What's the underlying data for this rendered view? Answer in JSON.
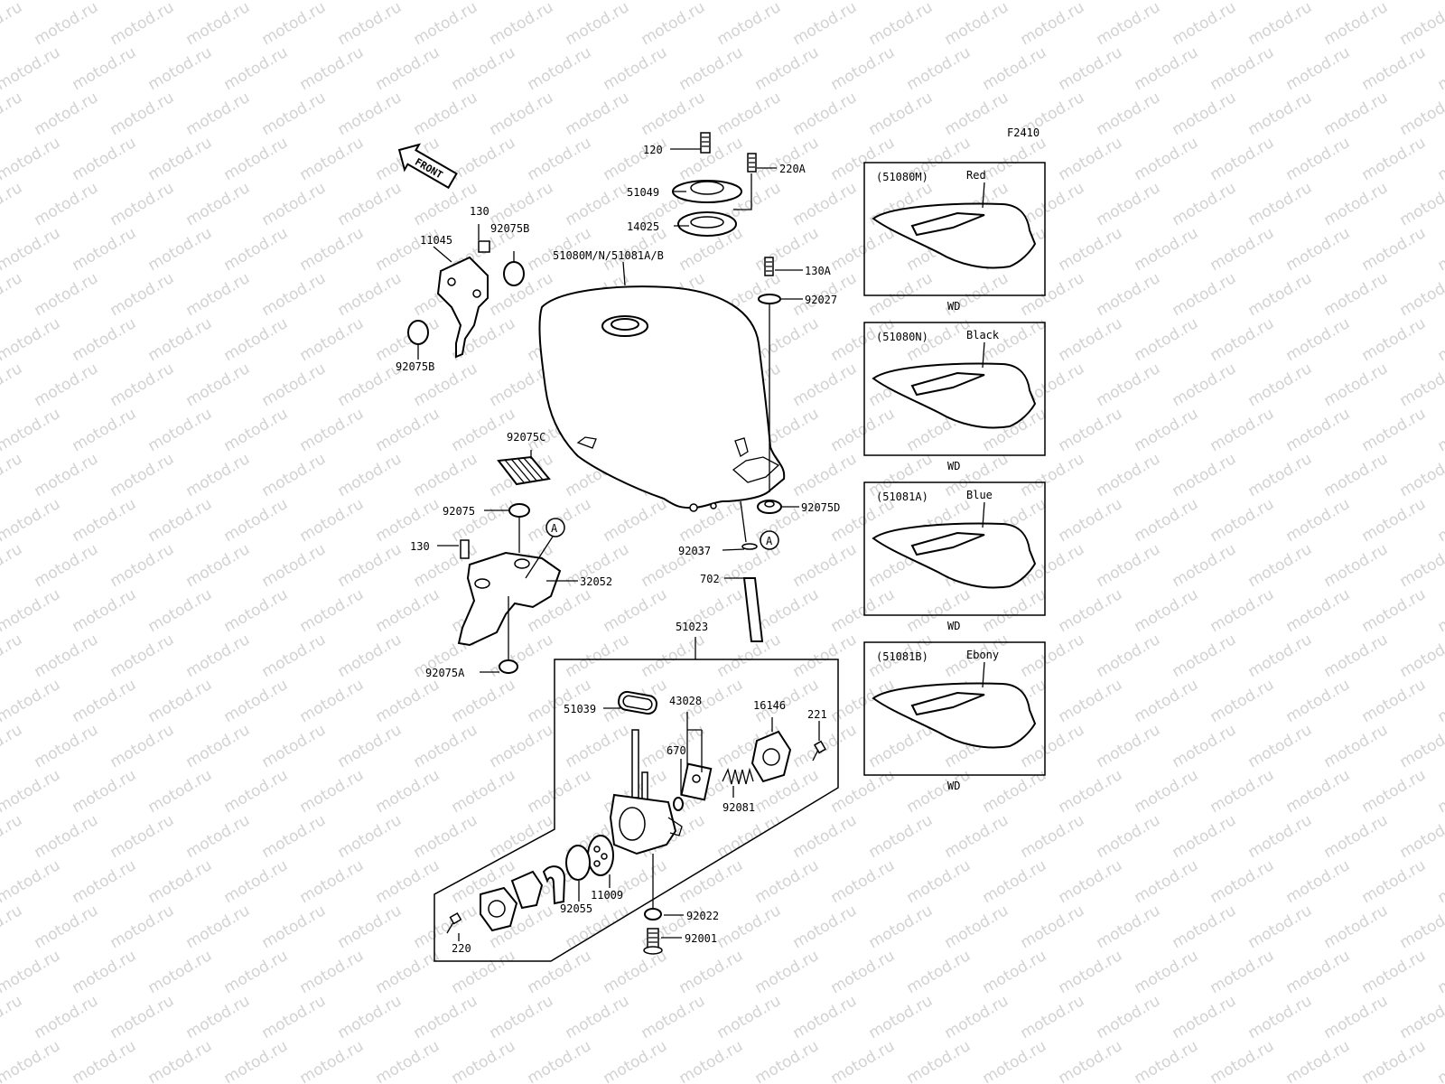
{
  "watermark": "motod.ru",
  "figure_id": "F2410",
  "front_label": "FRONT",
  "callouts": {
    "p120": "120",
    "p220A": "220A",
    "p51049": "51049",
    "p14025": "14025",
    "p51080": "51080M/N/51081A/B",
    "p130A": "130A",
    "p92027": "92027",
    "p130_top": "130",
    "p92075B_top": "92075B",
    "p11045": "11045",
    "p92075B_bot": "92075B",
    "p92075C": "92075C",
    "p92075": "92075",
    "p130_mid": "130",
    "p32052": "32052",
    "p92075A": "92075A",
    "p92075D": "92075D",
    "p92037": "92037",
    "p702": "702",
    "p51023": "51023",
    "p51039": "51039",
    "p43028": "43028",
    "p16146": "16146",
    "p221": "221",
    "p670": "670",
    "p92081": "92081",
    "p11009": "11009",
    "p92055": "92055",
    "p92022": "92022",
    "p92001": "92001",
    "p220": "220",
    "ref_A_left": "A",
    "ref_A_right": "A"
  },
  "color_variants": [
    {
      "code": "(51080M)",
      "color": "Red",
      "note": "WD"
    },
    {
      "code": "(51080N)",
      "color": "Black",
      "note": "WD"
    },
    {
      "code": "(51081A)",
      "color": "Blue",
      "note": "WD"
    },
    {
      "code": "(51081B)",
      "color": "Ebony",
      "note": "WD"
    }
  ]
}
